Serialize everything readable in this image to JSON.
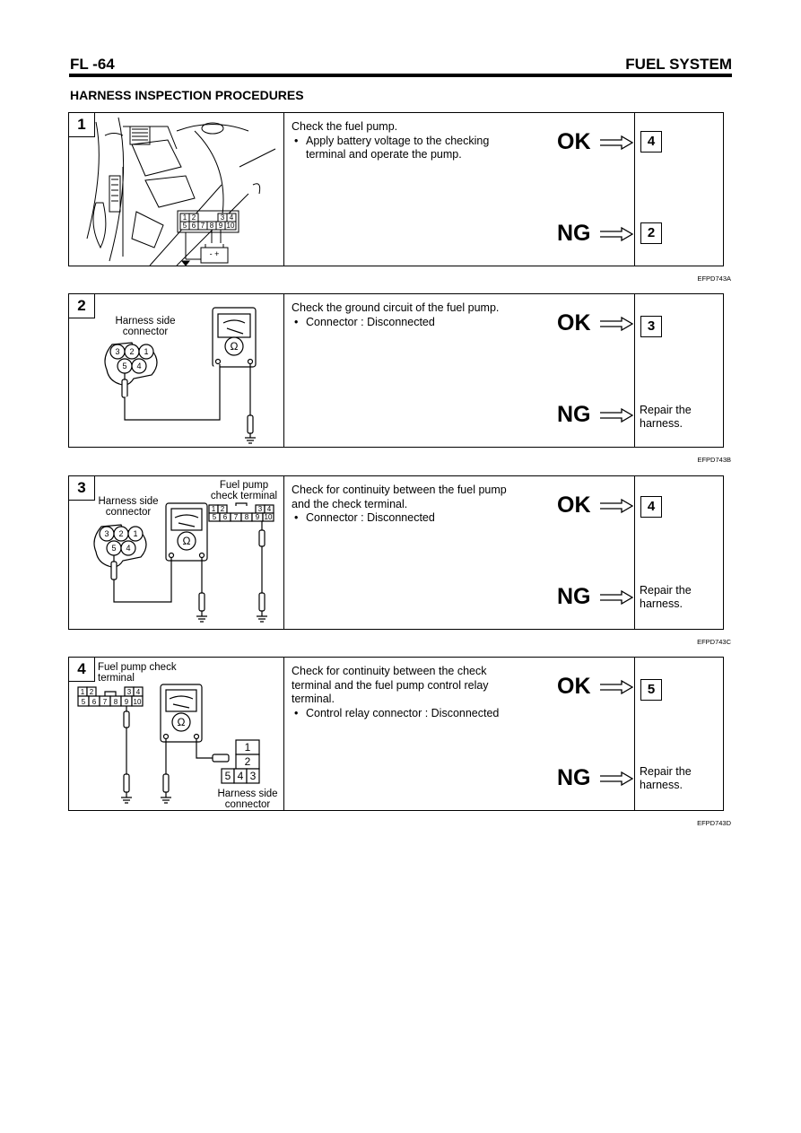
{
  "header": {
    "section_code": "FL -64",
    "chapter": "FUEL SYSTEM"
  },
  "title": "HARNESS INSPECTION PROCEDURES",
  "steps": [
    {
      "number": "1",
      "desc_line1": "Check the fuel pump.",
      "bullet1": "Apply battery voltage to the checking terminal and operate the pump.",
      "ok_label": "OK",
      "ok_next": "4",
      "ng_label": "NG",
      "ng_next": "2",
      "connector_top": [
        "1",
        "2",
        "3",
        "4"
      ],
      "connector_bottom": [
        "5",
        "6",
        "7",
        "8",
        "9",
        "10"
      ],
      "battery_terminals": "-  +",
      "figure_code": "EFPD743A"
    },
    {
      "number": "2",
      "label_connector": "Harness side connector",
      "desc_line1": "Check the ground circuit of the fuel pump.",
      "bullet1": "Connector : Disconnected",
      "ok_label": "OK",
      "ok_next": "3",
      "ng_label": "NG",
      "ng_action": "Repair the harness.",
      "pins_top": [
        "3",
        "2",
        "1"
      ],
      "pins_bottom": [
        "5",
        "4"
      ],
      "ohm": "Ω",
      "figure_code": "EFPD743B"
    },
    {
      "number": "3",
      "label_connector": "Harness side connector",
      "label_terminal": "Fuel pump check terminal",
      "desc_line1": "Check for continuity between the fuel pump and the check terminal.",
      "bullet1": "Connector : Disconnected",
      "ok_label": "OK",
      "ok_next": "4",
      "ng_label": "NG",
      "ng_action": "Repair the harness.",
      "ohm": "Ω",
      "figure_code": "EFPD743C"
    },
    {
      "number": "4",
      "label_terminal": "Fuel pump check terminal",
      "label_connector": "Harness side connector",
      "desc_line1": "Check for continuity between the check terminal and the fuel pump control relay terminal.",
      "bullet1": "Control relay connector : Disconnected",
      "ok_label": "OK",
      "ok_next": "5",
      "ng_label": "NG",
      "ng_action": "Repair the harness.",
      "relay_pins_top": [
        "1"
      ],
      "relay_pins_mid": [
        "2"
      ],
      "relay_pins_bottom": [
        "5",
        "4",
        "3"
      ],
      "ohm": "Ω",
      "figure_code": "EFPD743D"
    }
  ]
}
